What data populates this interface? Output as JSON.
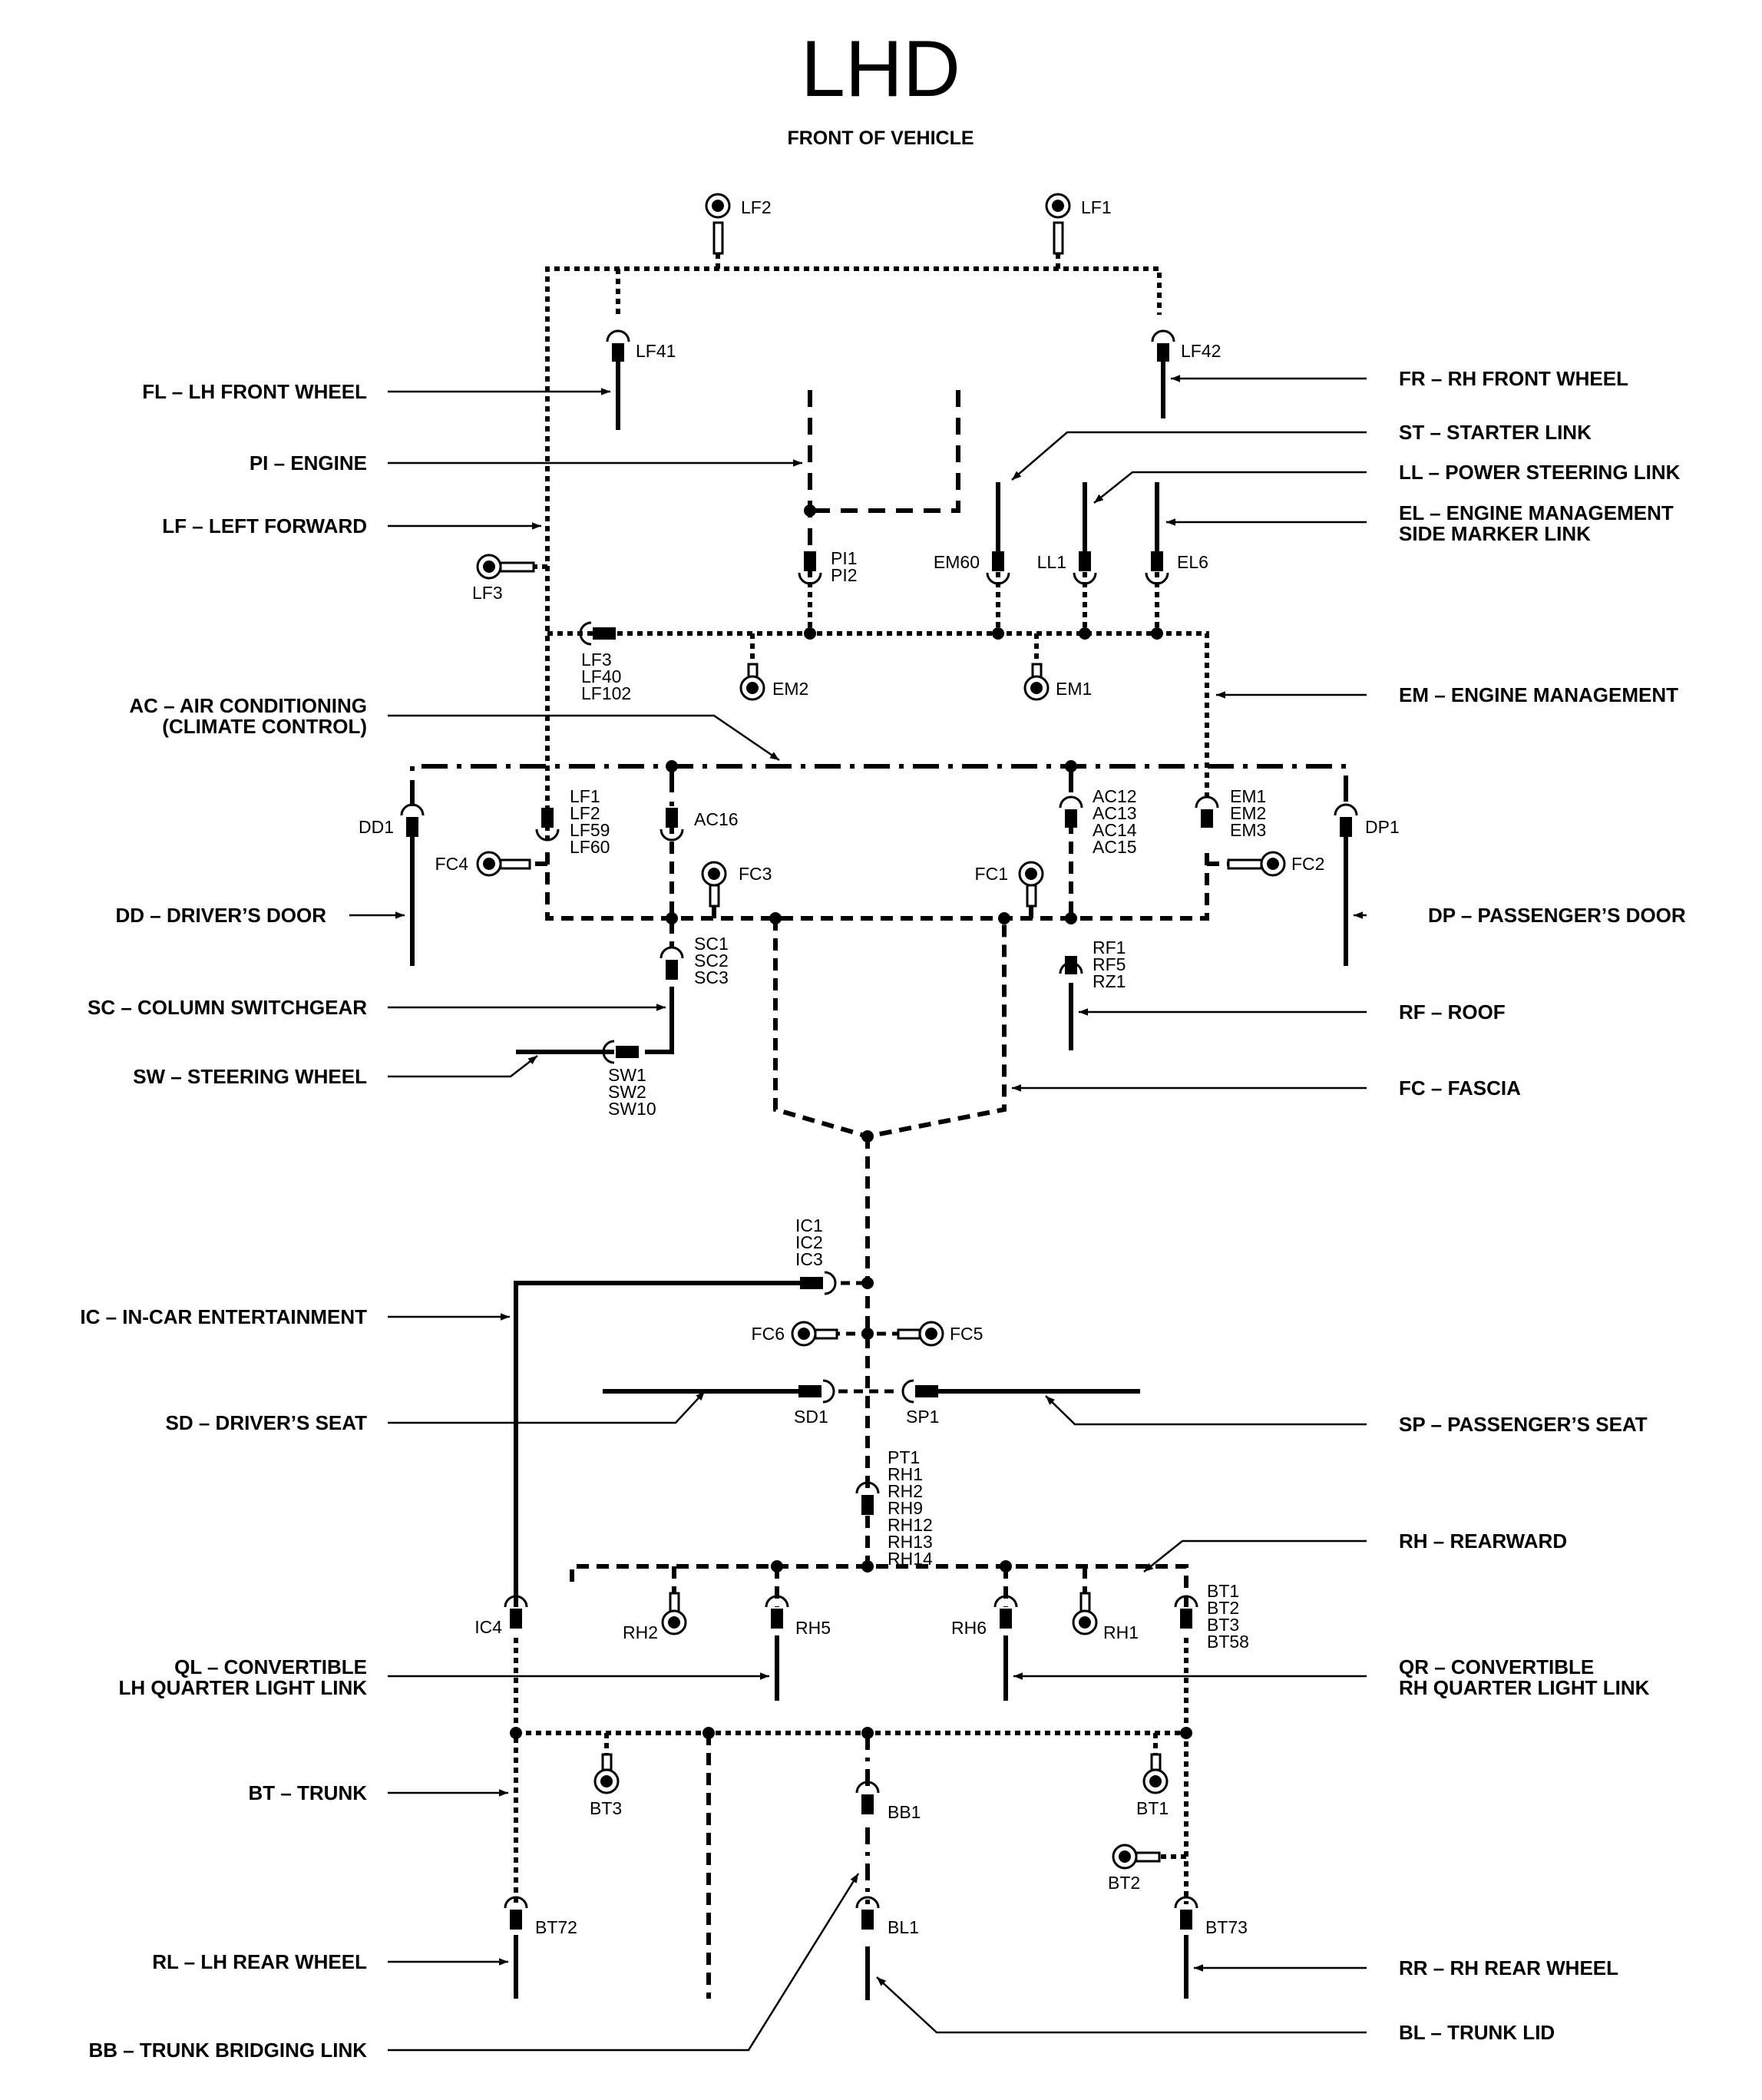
{
  "title": "LHD",
  "subtitle": "FRONT OF VEHICLE",
  "harness_labels": {
    "fl": "FL – LH FRONT WHEEL",
    "pi": "PI – ENGINE",
    "lf": "LF – LEFT FORWARD",
    "ac_1": "AC – AIR CONDITIONING",
    "ac_2": "(CLIMATE CONTROL)",
    "dd": "DD – DRIVER’S DOOR",
    "sc": "SC – COLUMN SWITCHGEAR",
    "sw": "SW – STEERING WHEEL",
    "ic": "IC – IN-CAR ENTERTAINMENT",
    "sd": "SD – DRIVER’S SEAT",
    "ql_1": "QL – CONVERTIBLE",
    "ql_2": "LH QUARTER LIGHT LINK",
    "bt": "BT – TRUNK",
    "rl": "RL – LH REAR WHEEL",
    "bb": "BB – TRUNK BRIDGING LINK",
    "fr": "FR – RH FRONT WHEEL",
    "st": "ST – STARTER LINK",
    "ll": "LL – POWER STEERING LINK",
    "el_1": "EL – ENGINE MANAGEMENT",
    "el_2": "SIDE MARKER LINK",
    "em": "EM – ENGINE MANAGEMENT",
    "dp": "DP – PASSENGER’S DOOR",
    "rf": "RF – ROOF",
    "fc": "FC – FASCIA",
    "sp": "SP – PASSENGER’S SEAT",
    "rh": "RH – REARWARD",
    "qr_1": "QR – CONVERTIBLE",
    "qr_2": "RH QUARTER LIGHT LINK",
    "rr": "RR – RH REAR WHEEL",
    "bl": "BL – TRUNK LID"
  },
  "connector_labels": {
    "lf2": "LF2",
    "lf1": "LF1",
    "lf41": "LF41",
    "lf42": "LF42",
    "pi": [
      "PI1",
      "PI2"
    ],
    "em60": "EM60",
    "ll1": "LL1",
    "el6": "EL6",
    "lf3_eye": "LF3",
    "lf3_group": [
      "LF3",
      "LF40",
      "LF102"
    ],
    "em2": "EM2",
    "em1": "EM1",
    "dd1": "DD1",
    "lf_group": [
      "LF1",
      "LF2",
      "LF59",
      "LF60"
    ],
    "ac16": "AC16",
    "ac_group": [
      "AC12",
      "AC13",
      "AC14",
      "AC15"
    ],
    "em_group": [
      "EM1",
      "EM2",
      "EM3"
    ],
    "dp1": "DP1",
    "fc4": "FC4",
    "fc3": "FC3",
    "fc1": "FC1",
    "fc2": "FC2",
    "sc_group": [
      "SC1",
      "SC2",
      "SC3"
    ],
    "rf_group": [
      "RF1",
      "RF5",
      "RZ1"
    ],
    "sw_group": [
      "SW1",
      "SW2",
      "SW10"
    ],
    "ic_group": [
      "IC1",
      "IC2",
      "IC3"
    ],
    "fc6": "FC6",
    "fc5": "FC5",
    "sd1": "SD1",
    "sp1": "SP1",
    "pt_group": [
      "PT1",
      "RH1",
      "RH2",
      "RH9",
      "RH12",
      "RH13",
      "RH14"
    ],
    "bt_group": [
      "BT1",
      "BT2",
      "BT3",
      "BT58"
    ],
    "ic4": "IC4",
    "rh2": "RH2",
    "rh5": "RH5",
    "rh6": "RH6",
    "rh1": "RH1",
    "bt3": "BT3",
    "bb1": "BB1",
    "bt1": "BT1",
    "bt2": "BT2",
    "bt72": "BT72",
    "bl1": "BL1",
    "bt73": "BT73"
  }
}
